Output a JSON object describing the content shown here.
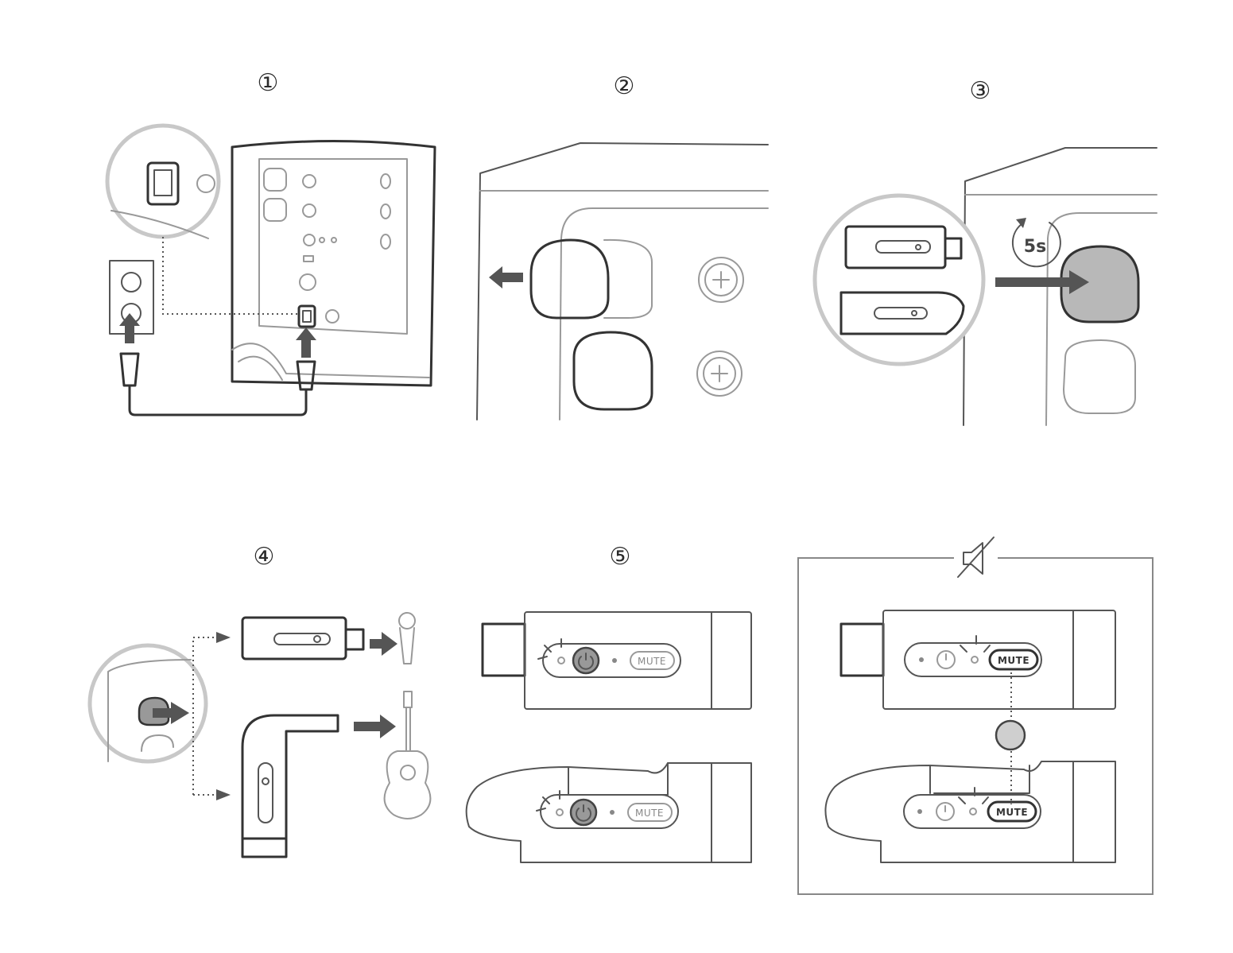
{
  "steps": [
    {
      "id": 1,
      "number": "①"
    },
    {
      "id": 2,
      "number": "②"
    },
    {
      "id": 3,
      "number": "③",
      "timer": "5s"
    },
    {
      "id": 4,
      "number": "④"
    },
    {
      "id": 5,
      "number": "⑤"
    }
  ],
  "mute_panel": {
    "icon": "speaker-muted-icon"
  },
  "device": {
    "mute_label": "MUTE"
  },
  "icons": [
    "power-outlet-icon",
    "power-cable-icon",
    "speaker-icon",
    "arrow-icon",
    "wireless-transmitter-icon",
    "microphone-icon",
    "guitar-icon",
    "power-button-icon",
    "led-indicator-icon",
    "timer-icon"
  ],
  "colors": {
    "line": "#333333",
    "zoom_ring": "#c8c8c8",
    "highlight_fill": "#b8b8b8"
  }
}
